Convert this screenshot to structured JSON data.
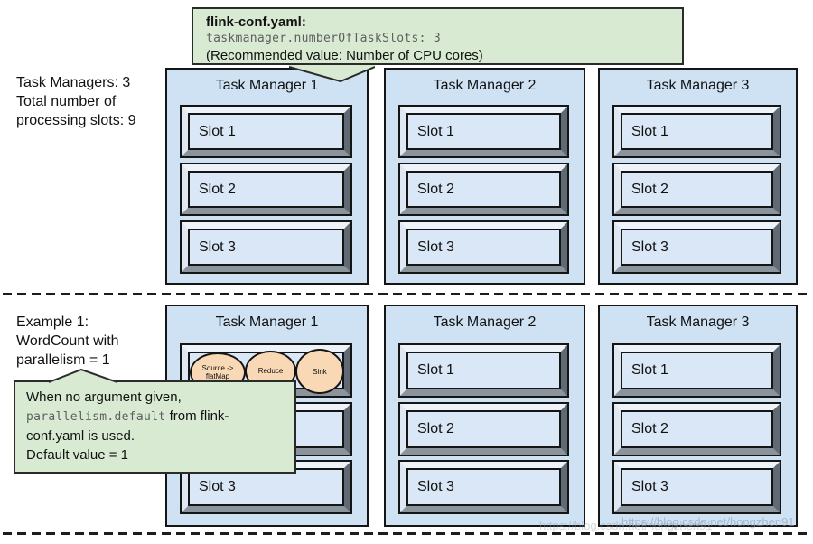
{
  "colors": {
    "tm_fill": "#cfe2f3",
    "slot_fill": "#d9e7f6",
    "callout_fill": "#d9ead3",
    "task_fill": "#f9d9b5",
    "code_text": "#5f5f5f",
    "outline": "#151515"
  },
  "callout_top": {
    "title": "flink-conf.yaml:",
    "code": "taskmanager.numberOfTaskSlots: 3",
    "note": "(Recommended value: Number of CPU cores)"
  },
  "labels": {
    "summary": "Task Managers: 3\nTotal number of\nprocessing slots: 9",
    "example": "Example 1:\nWordCount with\nparallelism = 1"
  },
  "rows": [
    {
      "managers": [
        {
          "title": "Task Manager 1",
          "slots": [
            "Slot 1",
            "Slot 2",
            "Slot 3"
          ]
        },
        {
          "title": "Task Manager 2",
          "slots": [
            "Slot 1",
            "Slot 2",
            "Slot 3"
          ]
        },
        {
          "title": "Task Manager 3",
          "slots": [
            "Slot 1",
            "Slot 2",
            "Slot 3"
          ]
        }
      ]
    },
    {
      "managers": [
        {
          "title": "Task Manager 1",
          "slots": [
            "",
            "",
            "Slot 3"
          ]
        },
        {
          "title": "Task Manager 2",
          "slots": [
            "Slot 1",
            "Slot 2",
            "Slot 3"
          ]
        },
        {
          "title": "Task Manager 3",
          "slots": [
            "Slot 1",
            "Slot 2",
            "Slot 3"
          ]
        }
      ]
    }
  ],
  "tasks": [
    "Source ->\nflatMap",
    "Reduce",
    "Sink"
  ],
  "callout_example": {
    "line1": "When no argument given,",
    "code": "parallelism.default",
    "line2_rest": " from flink-",
    "line3": "conf.yaml is used.",
    "line4": "Default value = 1"
  },
  "watermark": "https://blog.csdn.net/hongzhen91"
}
